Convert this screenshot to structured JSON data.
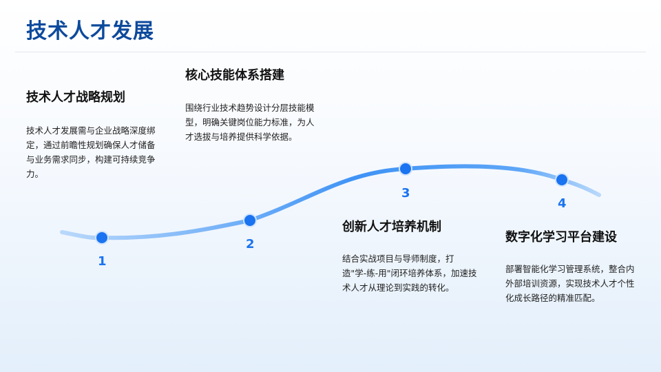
{
  "header": {
    "title": "技术人才发展"
  },
  "steps": [
    {
      "number": "1",
      "title": "技术人才战略规划",
      "desc": "技术人才发展需与企业战略深度绑定，通过前瞻性规划确保人才储备与业务需求同步，构建可持续竞争力。"
    },
    {
      "number": "2",
      "title": "核心技能体系搭建",
      "desc": "围绕行业技术趋势设计分层技能模型，明确关键岗位能力标准，为人才选拔与培养提供科学依据。"
    },
    {
      "number": "3",
      "title": "创新人才培养机制",
      "desc": "结合实战项目与导师制度，打造\"学-练-用\"闭环培养体系，加速技术人才从理论到实践的转化。"
    },
    {
      "number": "4",
      "title": "数字化学习平台建设",
      "desc": "部署智能化学习管理系统，整合内外部培训资源，实现技术人才个性化成长路径的精准匹配。"
    }
  ],
  "colors": {
    "accent": "#1a73f0",
    "title": "#0d4a9c"
  }
}
